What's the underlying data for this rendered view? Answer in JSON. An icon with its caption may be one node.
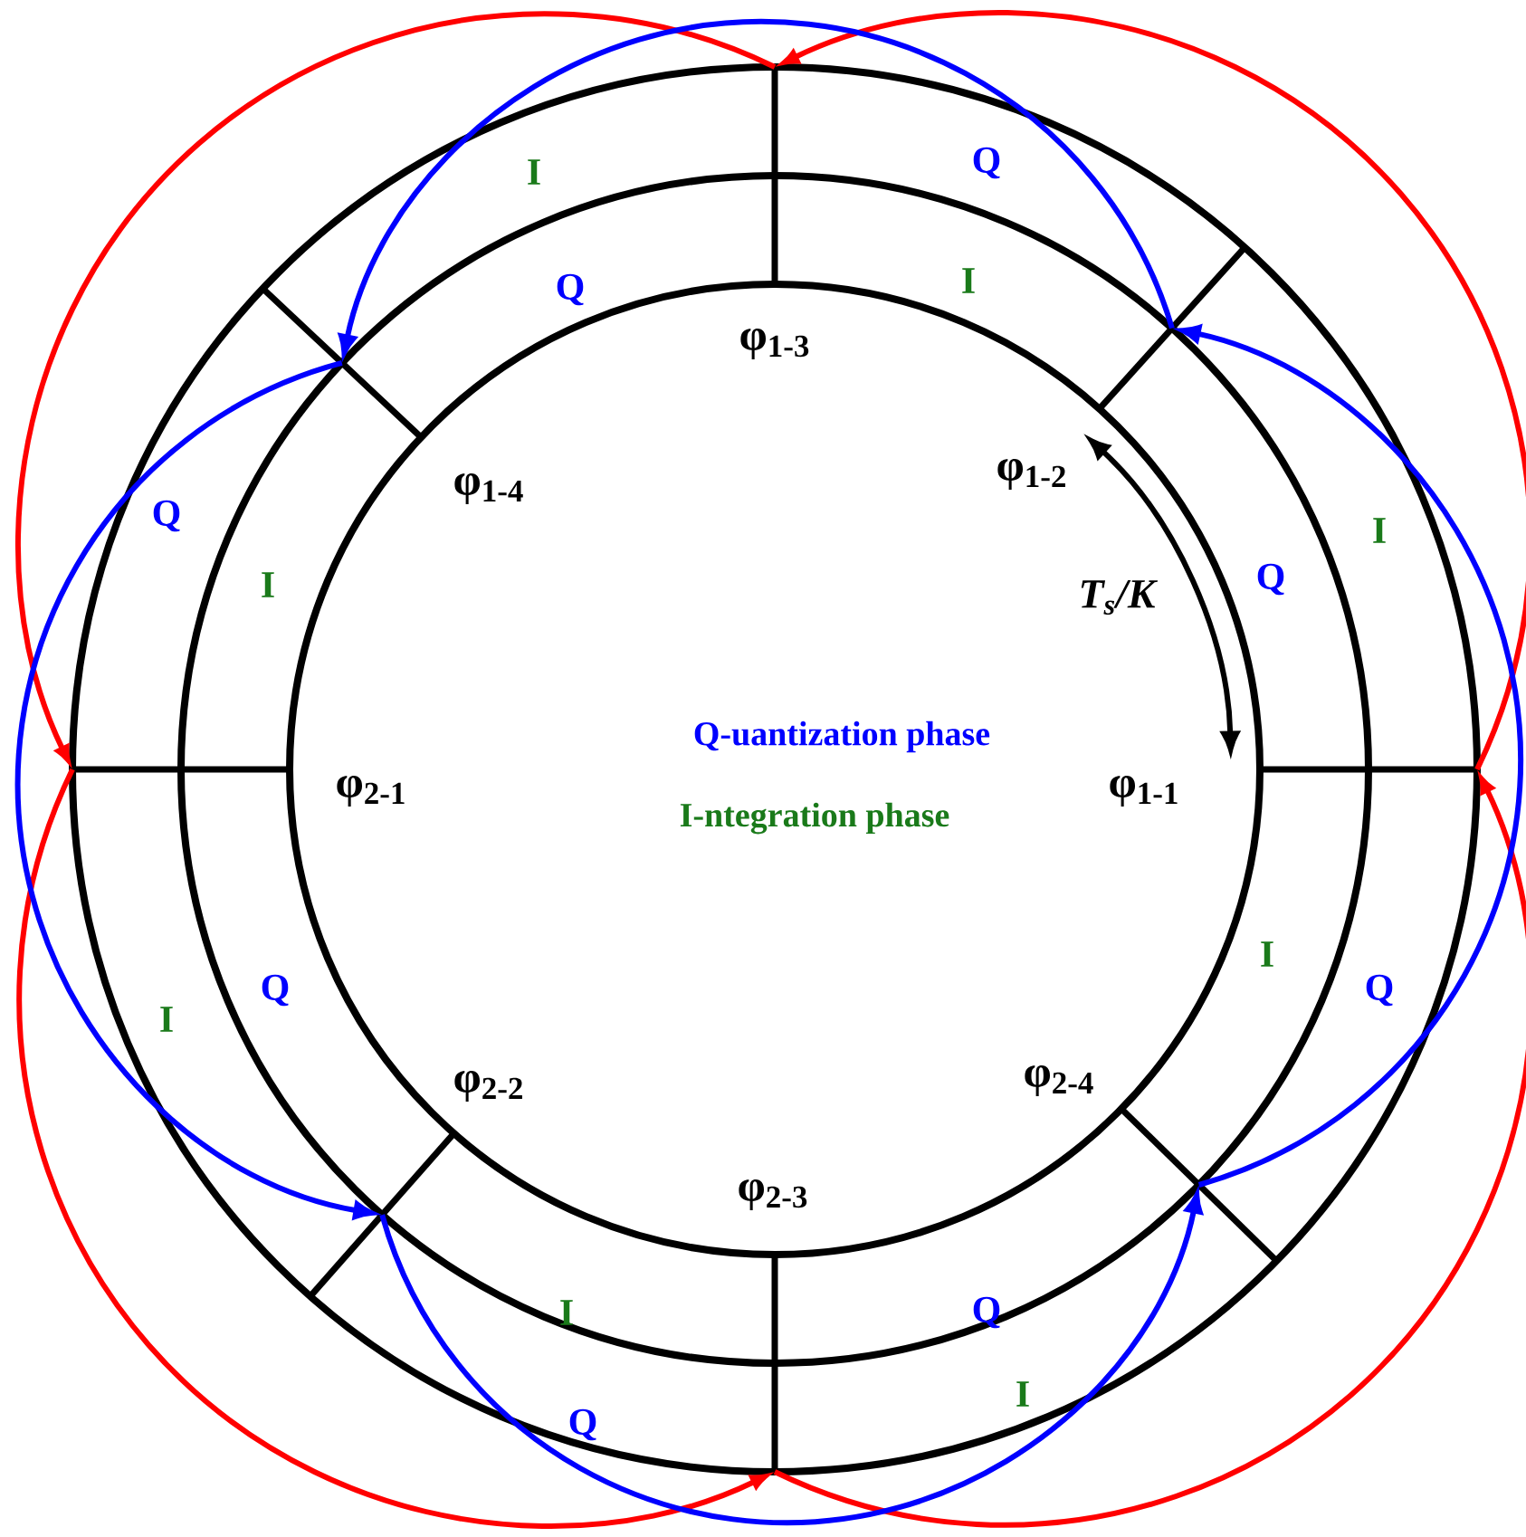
{
  "diagram": {
    "labels": [
      "I",
      "Q",
      "Q",
      "I",
      "φ$_{1-3}$",
      "φ$_{1-4}$",
      "φ$_{1-2}$",
      "Q",
      "I",
      "Q",
      "I",
      "T$_{s}$/K",
      "Q-uantization phase",
      "φ$_{2-1}$",
      "φ$_{1-1}$",
      "I-ntegration phase",
      "I",
      "Q",
      "Q",
      "I",
      "φ$_{2-2}$",
      "φ$_{2-4}$",
      "φ$_{2-3}$",
      "I",
      "Q",
      "I",
      "Q"
    ]
  }
}
